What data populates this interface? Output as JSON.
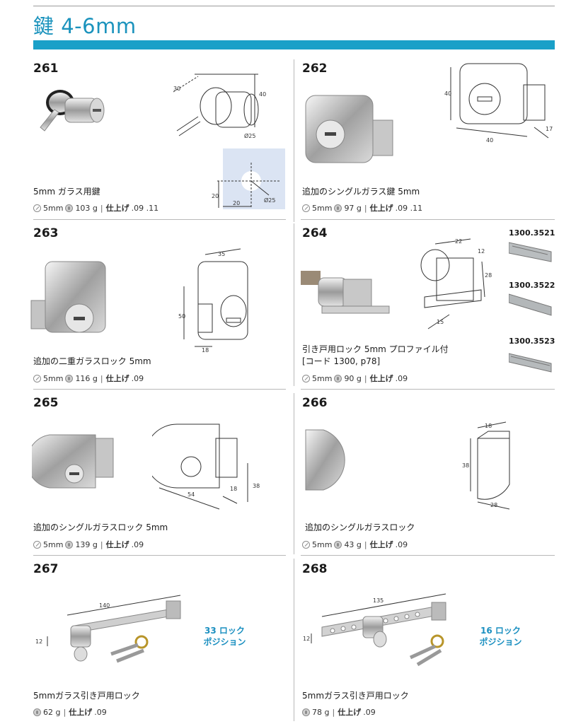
{
  "page": {
    "title": "鍵 4-6mm"
  },
  "products": [
    {
      "number": "261",
      "description": "5mm ガラス用鍵",
      "glass": "5mm",
      "weight": "103 g",
      "finish_label": "仕上げ",
      "finish_codes": ".09 .11",
      "dims": {
        "a": "30",
        "b": "40",
        "c": "Ø25",
        "d": "20",
        "e": "20",
        "f": "Ø25"
      }
    },
    {
      "number": "262",
      "description": "追加のシングルガラス鍵 5mm",
      "glass": "5mm",
      "weight": "97 g",
      "finish_label": "仕上げ",
      "finish_codes": ".09 .11",
      "dims": {
        "a": "40",
        "b": "40",
        "c": "17"
      }
    },
    {
      "number": "263",
      "description": "追加の二重ガラスロック 5mm",
      "glass": "5mm",
      "weight": "116 g",
      "finish_label": "仕上げ",
      "finish_codes": ".09",
      "dims": {
        "a": "35",
        "b": "50",
        "c": "18"
      }
    },
    {
      "number": "264",
      "description": "引き戸用ロック 5mm プロファイル付",
      "description2": "[コード 1300, p78]",
      "glass": "5mm",
      "weight": "90 g",
      "finish_label": "仕上げ",
      "finish_codes": ".09",
      "dims": {
        "a": "22",
        "b": "12",
        "c": "28",
        "d": "15"
      },
      "profiles": [
        "1300.3521",
        "1300.3522",
        "1300.3523"
      ]
    },
    {
      "number": "265",
      "description": "追加のシングルガラスロック 5mm",
      "glass": "5mm",
      "weight": "139 g",
      "finish_label": "仕上げ",
      "finish_codes": ".09",
      "dims": {
        "a": "54",
        "b": "18",
        "c": "38"
      }
    },
    {
      "number": "266",
      "description": "追加のシングルガラスロック",
      "glass": "5mm",
      "weight": "43 g",
      "finish_label": "仕上げ",
      "finish_codes": ".09",
      "dims": {
        "a": "18",
        "b": "38",
        "c": "28"
      }
    },
    {
      "number": "267",
      "description": "5mmガラス引き戸用ロック",
      "weight": "62 g",
      "finish_label": "仕上げ",
      "finish_codes": ".09",
      "dims": {
        "a": "140",
        "b": "12"
      },
      "lock_positions": "33 ロック",
      "lock_positions2": "ポジション"
    },
    {
      "number": "268",
      "description": "5mmガラス引き戸用ロック",
      "weight": "78 g",
      "finish_label": "仕上げ",
      "finish_codes": ".09",
      "dims": {
        "a": "135",
        "b": "12"
      },
      "lock_positions": "16 ロック",
      "lock_positions2": "ポジション"
    }
  ]
}
